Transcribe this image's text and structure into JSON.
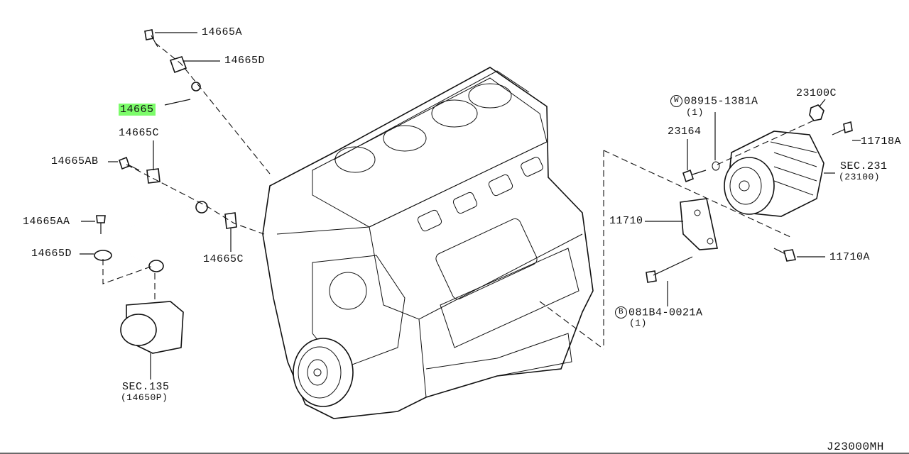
{
  "callouts": {
    "p14665A": "14665A",
    "p14665D_top": "14665D",
    "p14665": "14665",
    "p14665C_left": "14665C",
    "p14665AB": "14665AB",
    "p14665AA": "14665AA",
    "p14665D_left": "14665D",
    "p14665C_right": "14665C",
    "sec135": "SEC.135",
    "sec135_sub": "(14650P)",
    "w_symbol": "W",
    "p08915": "08915-1381A",
    "p08915_qty": "(1)",
    "p23100C": "23100C",
    "p23164": "23164",
    "p11718A": "11718A",
    "sec231": "SEC.231",
    "sec231_sub": "(23100)",
    "p11710": "11710",
    "p11710A": "11710A",
    "b_symbol": "B",
    "p081B4": "081B4-0021A",
    "p081B4_qty": "(1)",
    "diagram_code": "J23000MH"
  },
  "colors": {
    "highlight": "#7CFC6A",
    "ink": "#111111"
  }
}
